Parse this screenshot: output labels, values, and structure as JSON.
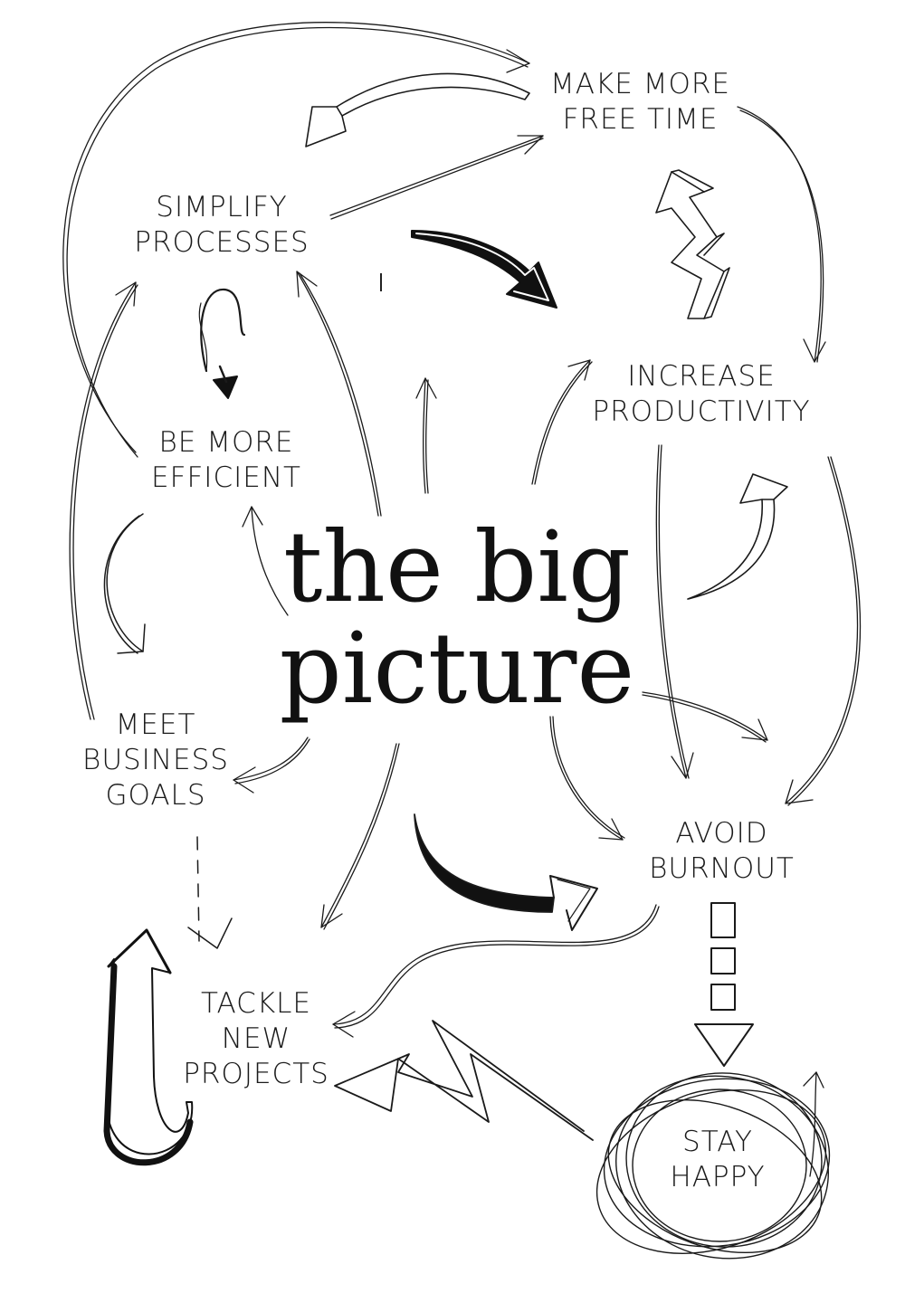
{
  "title": {
    "line1": "the big",
    "line2": "picture"
  },
  "nodes": {
    "make_more_free_time": {
      "line1": "MAKE MORE",
      "line2": "FREE TIME"
    },
    "simplify_processes": {
      "line1": "SIMPLIFY",
      "line2": "PROCESSES"
    },
    "increase_productivity": {
      "line1": "INCREASE",
      "line2": "PRODUCTIVITY"
    },
    "be_more_efficient": {
      "line1": "BE MORE",
      "line2": "EFFICIENT"
    },
    "meet_business_goals": {
      "line1": "MEET",
      "line2": "BUSINESS",
      "line3": "GOALS"
    },
    "avoid_burnout": {
      "line1": "AVOID",
      "line2": "BURNOUT"
    },
    "tackle_new_projects": {
      "line1": "TACKLE",
      "line2": "NEW",
      "line3": "PROJECTS"
    },
    "stay_happy": {
      "line1": "STAY",
      "line2": "HAPPY"
    }
  },
  "colors": {
    "ink": "#1a1a1a",
    "background": "#ffffff"
  }
}
